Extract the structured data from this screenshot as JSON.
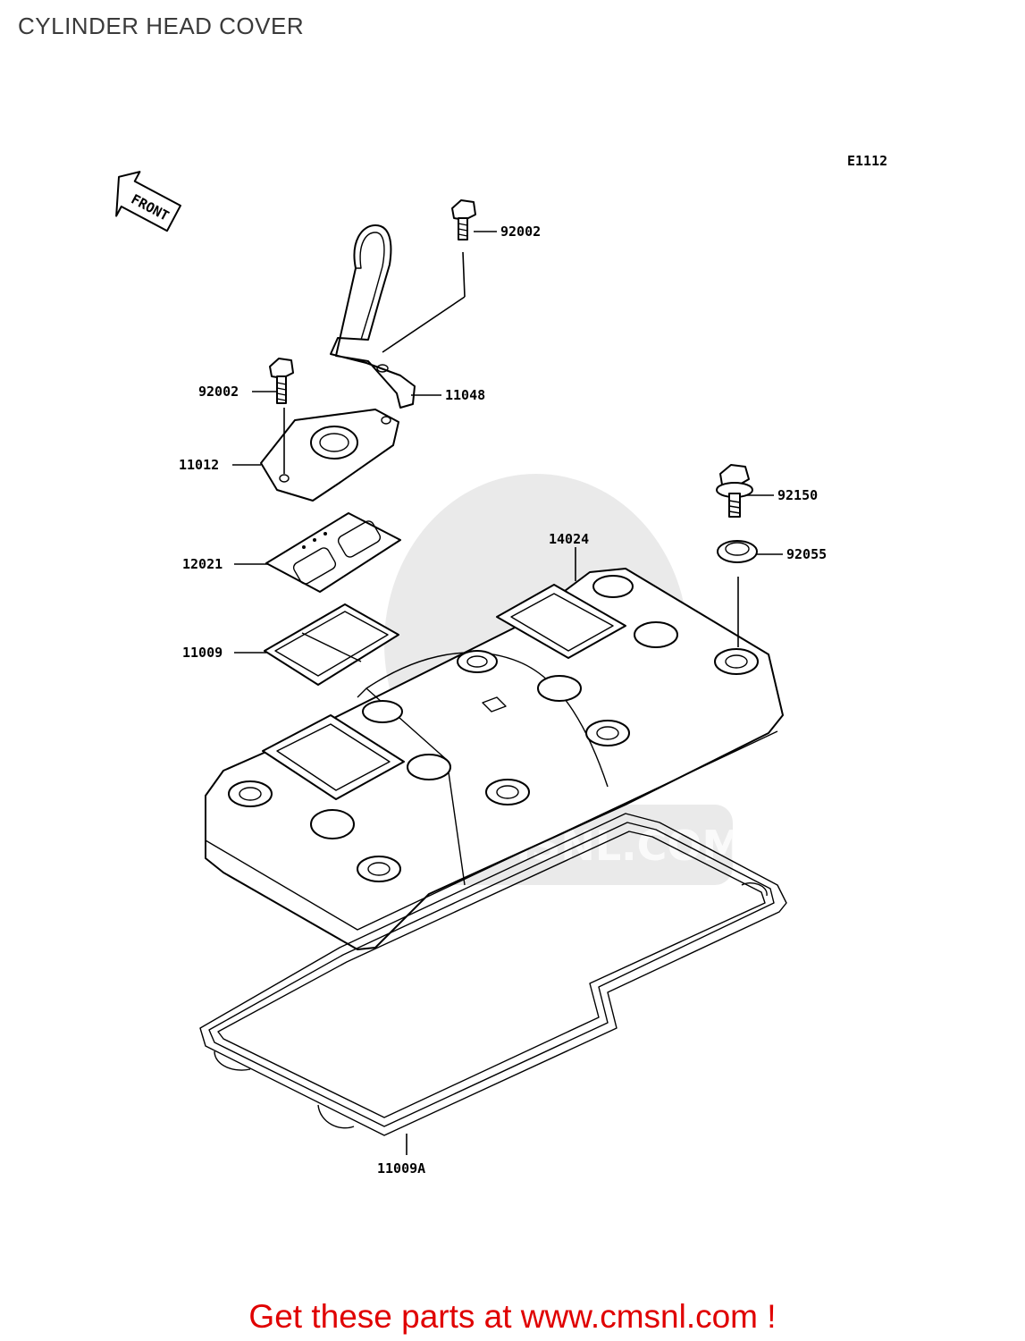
{
  "title": "CYLINDER HEAD COVER",
  "diagram_code": "E1112",
  "front_arrow_text": "FRONT",
  "watermark_text": "WWW.CMSNL.COM",
  "cta": "Get these parts at www.cmsnl.com !",
  "colors": {
    "cta": "#e00000",
    "title": "#3a3a3a",
    "watermark": "#d8d8d8"
  },
  "parts": [
    {
      "id": "p1",
      "number": "92002"
    },
    {
      "id": "p2",
      "number": "11048"
    },
    {
      "id": "p3",
      "number": "92002"
    },
    {
      "id": "p4",
      "number": "11012"
    },
    {
      "id": "p5",
      "number": "92150"
    },
    {
      "id": "p6",
      "number": "14024"
    },
    {
      "id": "p7",
      "number": "92055"
    },
    {
      "id": "p8",
      "number": "12021"
    },
    {
      "id": "p9",
      "number": "11009"
    },
    {
      "id": "p10",
      "number": "11009A"
    }
  ]
}
